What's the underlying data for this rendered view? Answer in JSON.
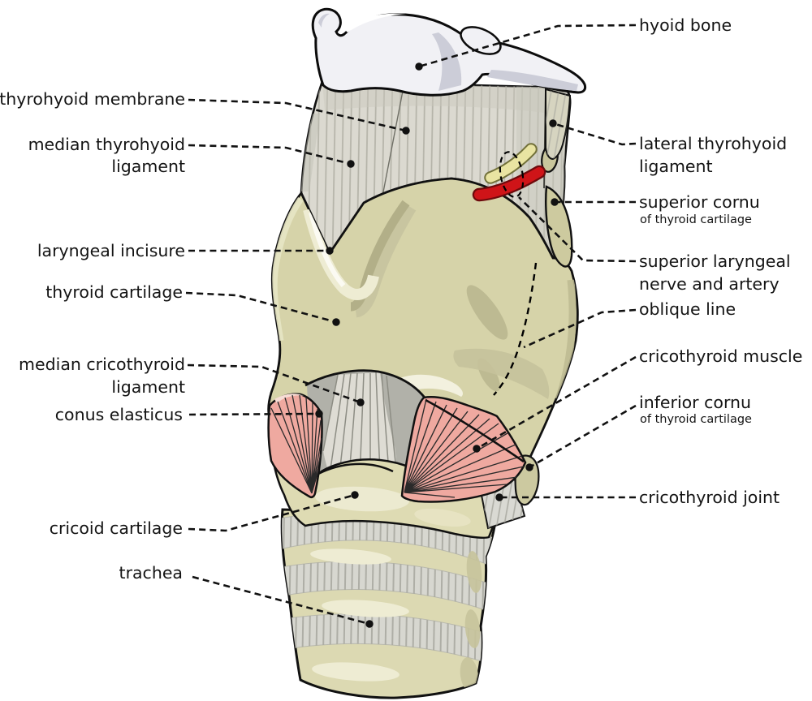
{
  "figure": {
    "type": "anatomical-diagram",
    "subject_labels_total": 16
  },
  "colors": {
    "background": "#ffffff",
    "outline": "#111111",
    "label_text": "#141414",
    "cartilage": "#d6d3a9",
    "cartilage_shadow": "#b2af88",
    "cartilage_highlight": "#eeecd3",
    "membrane": "#dbd9d0",
    "membrane_striation": "#a7a69b",
    "hyoid_bone": "#f1f1f5",
    "hyoid_shadow": "#c9cad6",
    "muscle_pink": "#efa9a0",
    "artery_red": "#cf1418",
    "nerve_yellow": "#e9e4a2",
    "cricoid": "#dedbb3",
    "trachea_ring": "#dcd9b2",
    "trachea_band": "#d7d7d0"
  },
  "labels": {
    "left": [
      {
        "id": "thyrohyoid-membrane",
        "lines": [
          "thyrohyoid membrane"
        ]
      },
      {
        "id": "median-thyrohyoid-ligament",
        "lines": [
          "median thyrohyoid",
          "ligament"
        ]
      },
      {
        "id": "laryngeal-incisure",
        "lines": [
          "laryngeal incisure"
        ]
      },
      {
        "id": "thyroid-cartilage",
        "lines": [
          "thyroid cartilage"
        ]
      },
      {
        "id": "median-cricothyroid-ligament",
        "lines": [
          "median cricothyroid",
          "ligament"
        ]
      },
      {
        "id": "conus-elasticus",
        "lines": [
          "conus elasticus"
        ]
      },
      {
        "id": "cricoid-cartilage",
        "lines": [
          "cricoid cartilage"
        ]
      },
      {
        "id": "trachea",
        "lines": [
          "trachea"
        ]
      }
    ],
    "right": [
      {
        "id": "hyoid-bone",
        "lines": [
          "hyoid bone"
        ]
      },
      {
        "id": "lateral-thyrohyoid-ligament",
        "lines": [
          "lateral thyrohyoid",
          "ligament"
        ]
      },
      {
        "id": "superior-cornu",
        "lines": [
          "superior cornu"
        ],
        "subline": "of thyroid cartilage"
      },
      {
        "id": "superior-laryngeal-nerve-and-artery",
        "lines": [
          "superior laryngeal",
          "nerve and artery"
        ]
      },
      {
        "id": "oblique-line",
        "lines": [
          "oblique line"
        ]
      },
      {
        "id": "cricothyroid-muscle",
        "lines": [
          "cricothyroid muscle"
        ]
      },
      {
        "id": "inferior-cornu",
        "lines": [
          "inferior cornu"
        ],
        "subline": "of thyroid cartilage"
      },
      {
        "id": "cricothyroid-joint",
        "lines": [
          "cricothyroid joint"
        ]
      }
    ]
  }
}
